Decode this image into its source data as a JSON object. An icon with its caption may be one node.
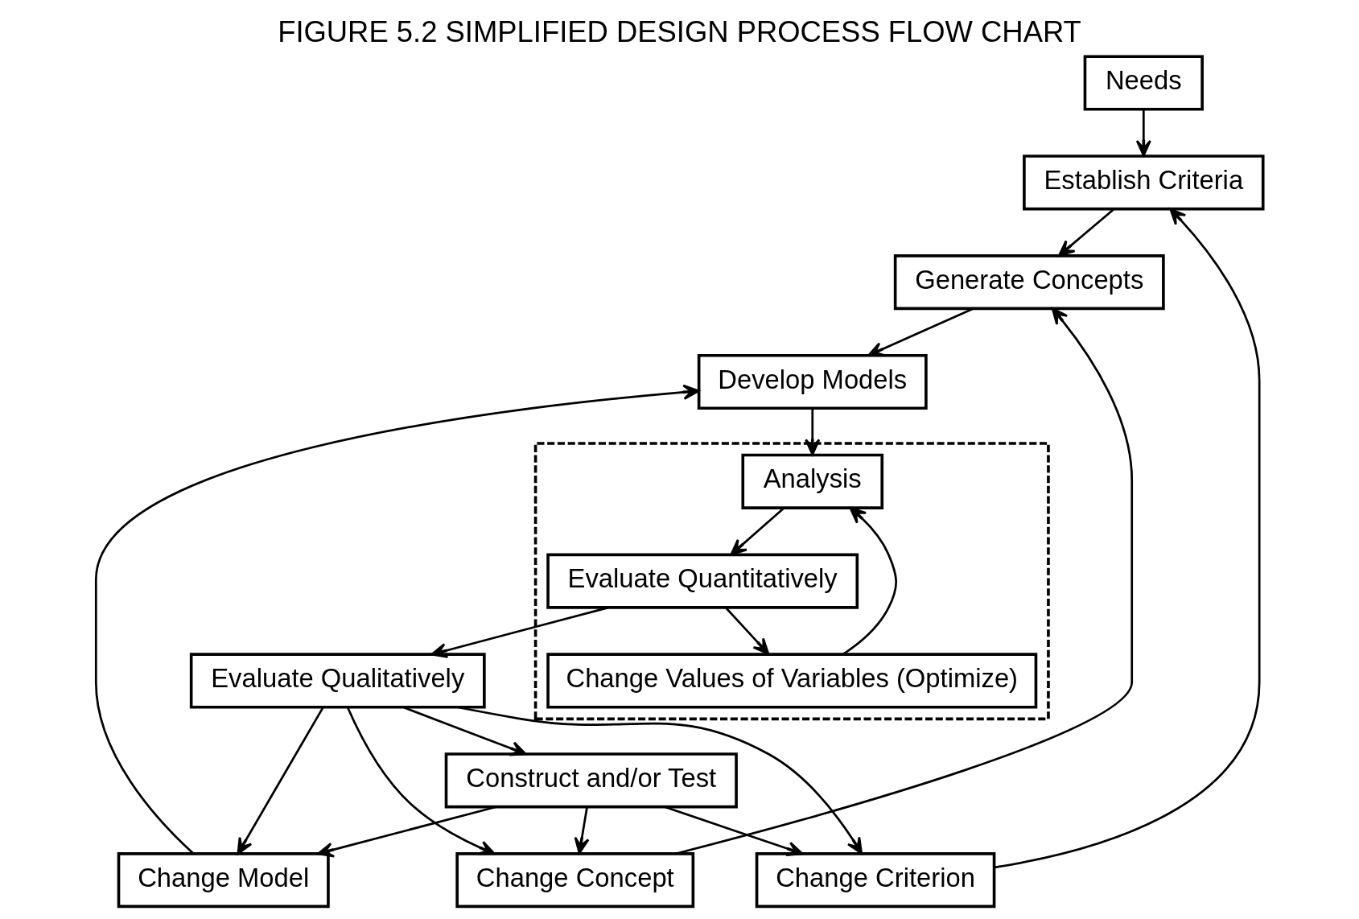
{
  "diagram": {
    "title": "FIGURE 5.2 SIMPLIFIED DESIGN PROCESS FLOW CHART",
    "nodes": [
      {
        "text": [
          "Needs"
        ]
      },
      {
        "text": [
          "Establish Criteria"
        ]
      },
      {
        "text": [
          "Generate Concepts"
        ]
      },
      {
        "text": [
          "Develop Models"
        ]
      },
      {
        "text": [],
        "shape": "box"
      },
      {
        "text": [
          "Analysis"
        ],
        "in": 4
      },
      {
        "text": [
          "Evaluate Quantitatively"
        ],
        "in": 4
      },
      {
        "text": [
          "Change Values of Variables (Optimize)"
        ],
        "in": 4
      },
      {
        "text": [
          "Change Model"
        ]
      },
      {
        "text": [
          "Change Concept"
        ]
      },
      {
        "text": [
          "Change Criterion"
        ]
      },
      {
        "text": [
          "Evaluate Qualitatively"
        ]
      },
      {
        "text": [
          "Construct and/or Test"
        ]
      }
    ],
    "edges": [
      {
        "from": 0,
        "to": 1,
        "arrow": "to"
      },
      {
        "from": 1,
        "to": 2,
        "arrow": "to"
      },
      {
        "from": 2,
        "to": 3,
        "arrow": "to"
      },
      {
        "from": 3,
        "to": 5,
        "arrow": "to"
      },
      {
        "from": 5,
        "to": 6,
        "arrow": "to"
      },
      {
        "from": 6,
        "to": 7,
        "arrow": "to"
      },
      {
        "from": 7,
        "to": 5,
        "arrow": "to"
      },
      {
        "from": 6,
        "to": 11,
        "arrow": "to"
      },
      {
        "from": 11,
        "to": 12,
        "arrow": "to"
      },
      {
        "from": 8,
        "to": 3,
        "arrow": "to"
      },
      {
        "from": 9,
        "to": 2,
        "arrow": "to"
      },
      {
        "from": 10,
        "to": 1,
        "arrow": "to"
      },
      {
        "from": 11,
        "to": 8,
        "arrow": "to"
      },
      {
        "from": 11,
        "to": 9,
        "arrow": "to"
      },
      {
        "from": 11,
        "to": 10,
        "arrow": "to"
      },
      {
        "from": 12,
        "to": 8,
        "arrow": "to"
      },
      {
        "from": 12,
        "to": 9,
        "arrow": "to"
      },
      {
        "from": 12,
        "to": 10,
        "arrow": "to"
      }
    ]
  }
}
